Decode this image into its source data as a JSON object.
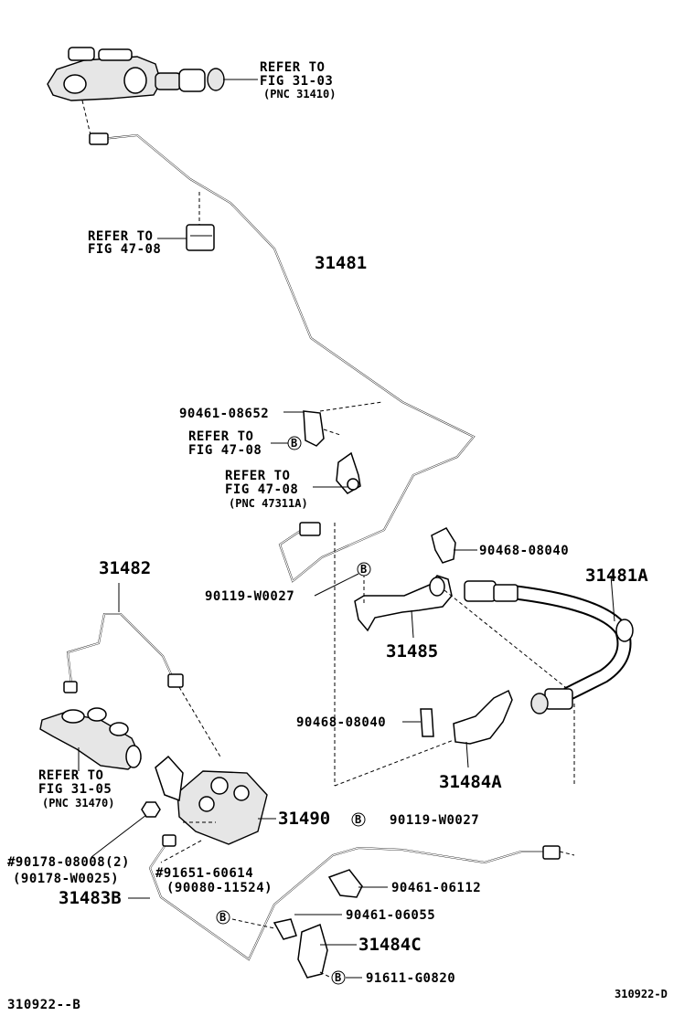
{
  "diagram": {
    "labels": {
      "refer_fig_31_03_l1": "REFER TO",
      "refer_fig_31_03_l2": "FIG 31-03",
      "refer_fig_31_03_l3": "(PNC 31410)",
      "refer_fig_47_08a_l1": "REFER TO",
      "refer_fig_47_08a_l2": "FIG 47-08",
      "part_31481": "31481",
      "part_90461_08652": "90461-08652",
      "refer_fig_47_08b_l1": "REFER TO",
      "refer_fig_47_08b_l2": "FIG 47-08",
      "refer_fig_47_08c_l1": "REFER TO",
      "refer_fig_47_08c_l2": "FIG 47-08",
      "refer_fig_47_08c_l3": "(PNC 47311A)",
      "part_90468_08040_top": "90468-08040",
      "part_31481A": "31481A",
      "part_31482": "31482",
      "part_90119_W0027_top": "90119-W0027",
      "part_31485": "31485",
      "part_90468_08040_mid": "90468-08040",
      "part_31484A": "31484A",
      "refer_fig_31_05_l1": "REFER TO",
      "refer_fig_31_05_l2": "FIG 31-05",
      "refer_fig_31_05_l3": "(PNC 31470)",
      "part_31490": "31490",
      "part_90119_W0027_low": "90119-W0027",
      "part_90178_08008": "#90178-08008(2)",
      "part_90178_W0025": "(90178-W0025)",
      "part_91651_60614": "#91651-60614",
      "part_90080_11524": "(90080-11524)",
      "part_90461_06112": "90461-06112",
      "part_31483B": "31483B",
      "part_90461_06055": "90461-06055",
      "part_31484C": "31484C",
      "part_91611_G0820": "91611-G0820",
      "footer_left": "310922--B",
      "footer_right": "310922-D"
    },
    "marker_letter": "B"
  }
}
